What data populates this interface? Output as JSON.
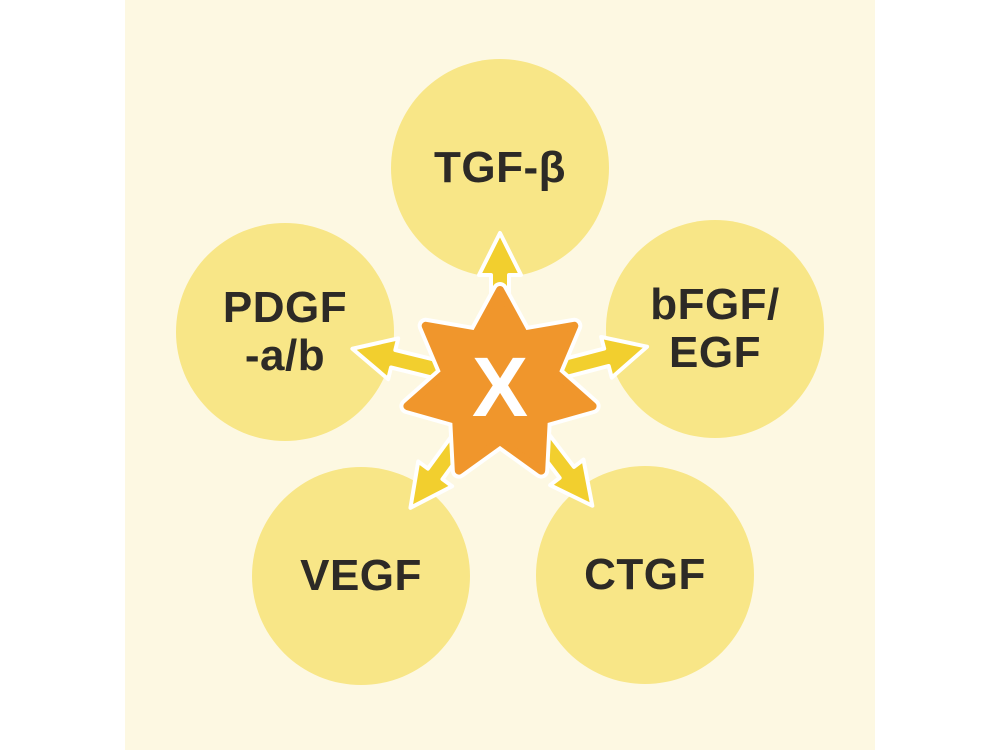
{
  "diagram": {
    "center": {
      "label": "X"
    },
    "nodes": [
      {
        "id": "tgf-beta",
        "label": "TGF-β"
      },
      {
        "id": "pdgf-ab",
        "label": "PDGF\n-a/b"
      },
      {
        "id": "bfgf-egf",
        "label": "bFGF/\nEGF"
      },
      {
        "id": "vegf",
        "label": "VEGF"
      },
      {
        "id": "ctgf",
        "label": "CTGF"
      }
    ],
    "colors": {
      "page_background": "#ffffff",
      "panel_background": "#fdf8e2",
      "node_fill": "#f8e687",
      "arrow_fill": "#f2cf2e",
      "star_fill": "#f0962c",
      "star_halo": "#ffffff",
      "node_text": "#2d2a26",
      "center_text": "#ffffff"
    }
  }
}
